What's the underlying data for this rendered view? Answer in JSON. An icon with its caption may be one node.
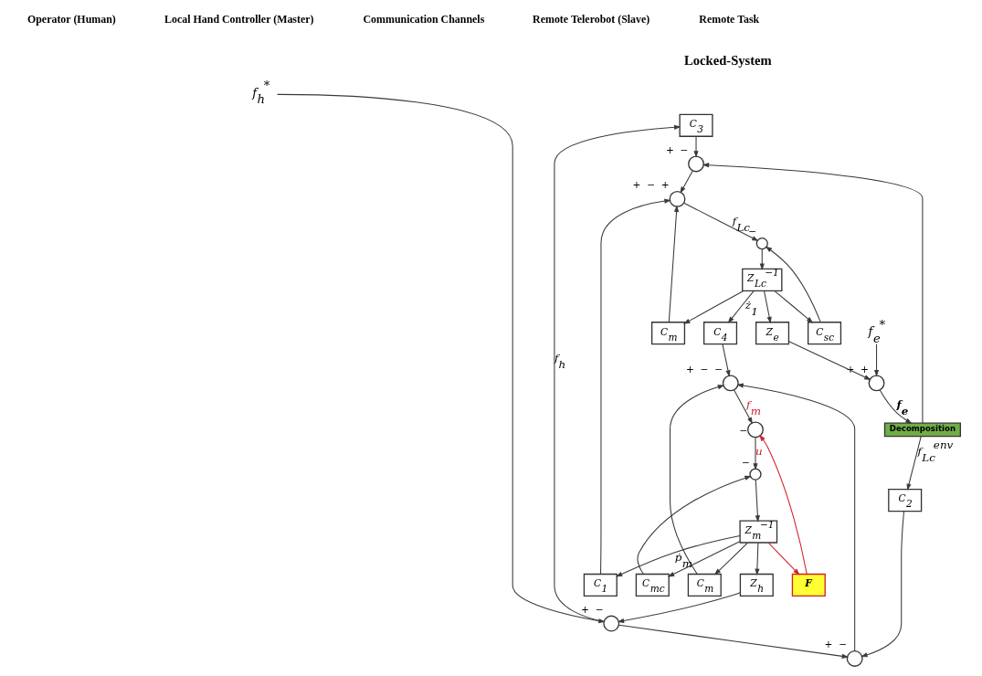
{
  "diagram": {
    "nodes": [
      {
        "text": [
          "f$_{h}$$^{*}$"
        ]
      },
      {
        "text": [],
        "shape": "circle",
        "beside": [
          "+",
          "−"
        ]
      },
      {
        "text": [
          "C$_{3}$"
        ]
      },
      {
        "text": [],
        "shape": "circle",
        "beside": [
          "+",
          "−"
        ]
      },
      {
        "text": [],
        "shape": "circle",
        "beside": [
          "+",
          "−",
          "−"
        ]
      },
      {
        "text": [
          "C$_{4}$"
        ]
      },
      {
        "text": [],
        "shape": "circle",
        "beside": [
          "−"
        ]
      },
      {
        "text": [],
        "shape": "circle",
        "beside": [
          "−"
        ]
      },
      {
        "text": [
          "Z$_{h}$"
        ]
      },
      {
        "text": [
          "C$_{m}$"
        ]
      },
      {
        "text": [
          "C$_{mc}$"
        ]
      },
      {
        "text": [
          "Z$_{m}$$^{−1}$"
        ]
      },
      {
        "text": [
          "F"
        ]
      },
      {
        "text": [
          "C$_{1}$"
        ]
      },
      {
        "text": [
          "C$_{2}$"
        ]
      },
      {
        "text": [
          "Z$_{Lc}$$^{−1}$"
        ]
      },
      {
        "text": [
          "C$_{sc}$"
        ]
      },
      {
        "text": [],
        "shape": "circle",
        "beside": [
          "−"
        ]
      },
      {
        "text": [
          "C$_{m}$"
        ]
      },
      {
        "text": [],
        "shape": "circle",
        "beside": [
          "+",
          "−",
          "+"
        ]
      },
      {
        "text": [],
        "shape": "circle",
        "beside": [
          "+",
          "−"
        ]
      },
      {
        "text": [
          "Decomposition"
        ]
      },
      {
        "text": [
          "Z$_{e}$"
        ]
      },
      {
        "text": [],
        "shape": "circle",
        "beside": [
          "+",
          "+"
        ]
      },
      {
        "text": [
          "f$_{e}$$^{*}$"
        ]
      }
    ],
    "edges": [
      {
        "from": 0,
        "to": 1,
        "arrow": "to"
      },
      {
        "from": 1,
        "to": 2,
        "arrow": "to",
        "label": "f$_{h}$"
      },
      {
        "from": 1,
        "to": 3,
        "arrow": "to"
      },
      {
        "from": 3,
        "to": 4,
        "arrow": "to"
      },
      {
        "from": 4,
        "to": 6,
        "arrow": "to",
        "label": "f$_{m}$"
      },
      {
        "from": 6,
        "to": 7,
        "arrow": "to",
        "label": "u"
      },
      {
        "from": 7,
        "to": 11,
        "arrow": "to"
      },
      {
        "from": 11,
        "to": 8,
        "arrow": "to"
      },
      {
        "from": 11,
        "to": 9,
        "arrow": "to"
      },
      {
        "from": 11,
        "to": 10,
        "arrow": "to"
      },
      {
        "from": 11,
        "to": 12,
        "arrow": "to",
        "color": "#d0202c"
      },
      {
        "from": 11,
        "to": 13,
        "arrow": "to",
        "label": "ṗ$_{m}$"
      },
      {
        "from": 8,
        "to": 1,
        "arrow": "to"
      },
      {
        "from": 9,
        "to": 4,
        "arrow": "to"
      },
      {
        "from": 10,
        "to": 7,
        "arrow": "to"
      },
      {
        "from": 12,
        "to": 6,
        "arrow": "to",
        "color": "#d0202c"
      },
      {
        "from": 2,
        "to": 20,
        "arrow": "to"
      },
      {
        "from": 15,
        "to": 5,
        "arrow": "to",
        "label": "ż$_{1}$"
      },
      {
        "from": 15,
        "to": 16,
        "arrow": "to"
      },
      {
        "from": 15,
        "to": 18,
        "arrow": "to"
      },
      {
        "from": 15,
        "to": 22,
        "arrow": "to"
      },
      {
        "from": 5,
        "to": 4,
        "arrow": "to"
      },
      {
        "from": 16,
        "to": 17,
        "arrow": "to"
      },
      {
        "from": 17,
        "to": 15,
        "arrow": "to"
      },
      {
        "from": 19,
        "to": 17,
        "arrow": "to",
        "label": "f$_{Lc}$"
      },
      {
        "from": 18,
        "to": 19,
        "arrow": "to"
      },
      {
        "from": 13,
        "to": 19,
        "arrow": "to"
      },
      {
        "from": 20,
        "to": 19,
        "arrow": "to"
      },
      {
        "from": 21,
        "to": 14,
        "arrow": "to",
        "label": "f$_{Lc}$$^{env}$"
      },
      {
        "from": 21,
        "to": 20,
        "arrow": "to"
      },
      {
        "from": 23,
        "to": 21,
        "arrow": "to",
        "label": "f$_{e}$"
      },
      {
        "from": 22,
        "to": 23,
        "arrow": "to"
      },
      {
        "from": 24,
        "to": 23,
        "arrow": "to"
      },
      {
        "from": 14,
        "to": 3,
        "arrow": "to"
      }
    ],
    "labels": [
      "Operator (Human)",
      "Local Hand Controller (Master)",
      "Communication Channels",
      "Remote Telerobot (Slave)",
      "Remote Task",
      "Locked-System"
    ]
  }
}
